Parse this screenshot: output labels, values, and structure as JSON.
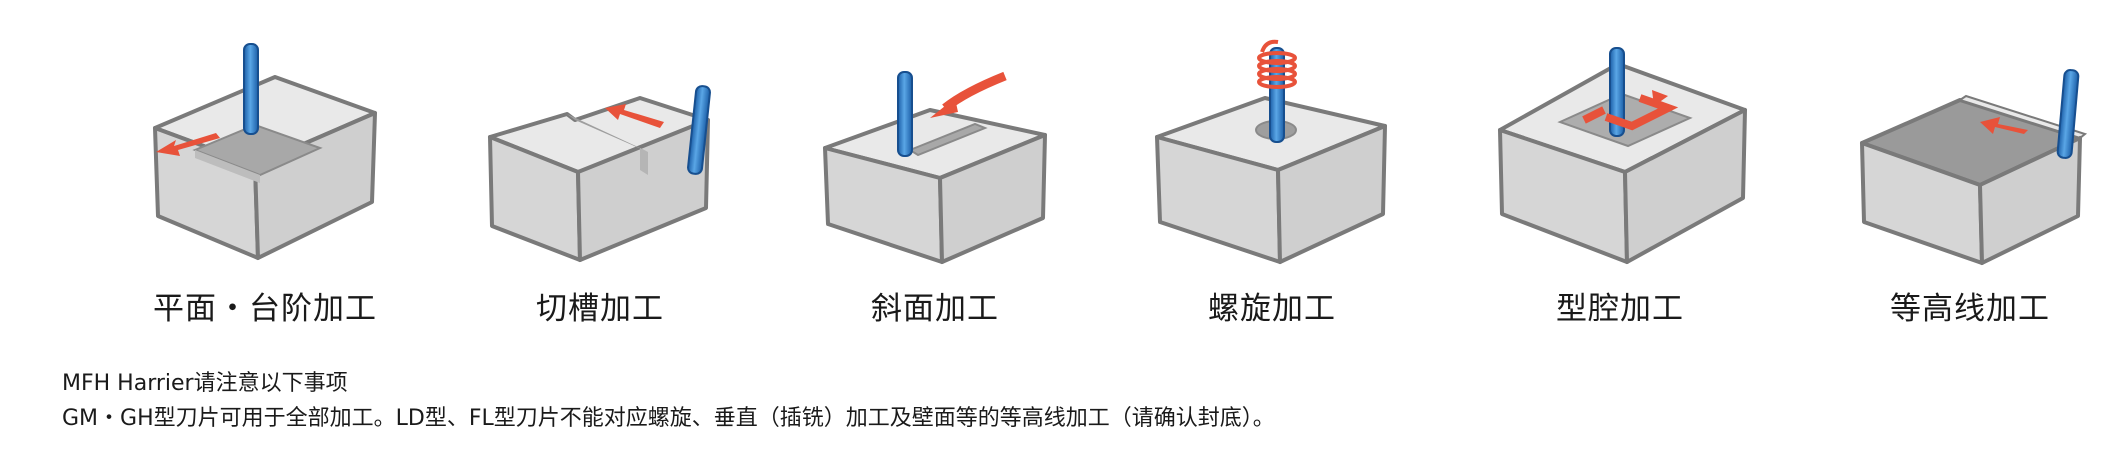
{
  "operations": [
    {
      "label": "平面・台阶加工",
      "icon": "face-shoulder-milling-icon"
    },
    {
      "label": "切槽加工",
      "icon": "slotting-icon"
    },
    {
      "label": "斜面加工",
      "icon": "ramping-icon"
    },
    {
      "label": "螺旋加工",
      "icon": "helical-milling-icon"
    },
    {
      "label": "型腔加工",
      "icon": "pocketing-icon"
    },
    {
      "label": "等高线加工",
      "icon": "contour-milling-icon"
    }
  ],
  "notes": {
    "heading": "MFH Harrier请注意以下事项",
    "body": "GM・GH型刀片可用于全部加工。LD型、FL型刀片不能对应螺旋、垂直（插铣）加工及壁面等的等高线加工（请确认封底）。"
  },
  "colors": {
    "block_top": "#e8e8e8",
    "block_side": "#d4d4d4",
    "block_stroke": "#7a7a7a",
    "tool": "#2f7fcb",
    "arrow": "#e8523a"
  }
}
